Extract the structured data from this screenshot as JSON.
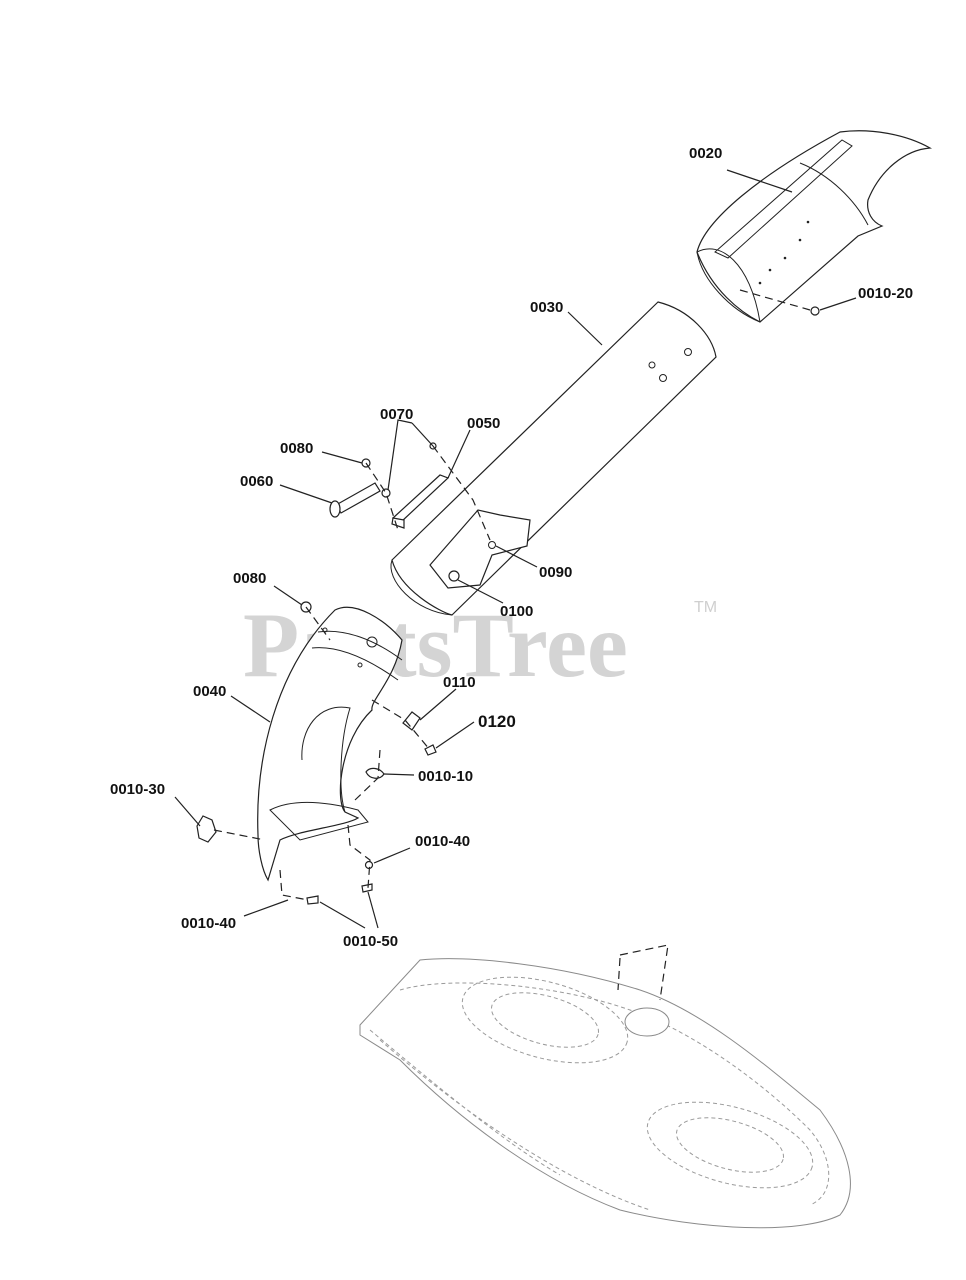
{
  "watermark": {
    "text": "PartsTree",
    "tm": "TM"
  },
  "callouts": [
    {
      "id": "c0020",
      "label": "0020"
    },
    {
      "id": "c0010_20",
      "label": "0010-20"
    },
    {
      "id": "c0030",
      "label": "0030"
    },
    {
      "id": "c0070",
      "label": "0070"
    },
    {
      "id": "c0050",
      "label": "0050"
    },
    {
      "id": "c0080a",
      "label": "0080"
    },
    {
      "id": "c0060",
      "label": "0060"
    },
    {
      "id": "c0090",
      "label": "0090"
    },
    {
      "id": "c0100",
      "label": "0100"
    },
    {
      "id": "c0080b",
      "label": "0080"
    },
    {
      "id": "c0040",
      "label": "0040"
    },
    {
      "id": "c0110",
      "label": "0110"
    },
    {
      "id": "c0120",
      "label": "0120"
    },
    {
      "id": "c0010_10",
      "label": "0010-10"
    },
    {
      "id": "c0010_30",
      "label": "0010-30"
    },
    {
      "id": "c0010_40a",
      "label": "0010-40"
    },
    {
      "id": "c0010_40b",
      "label": "0010-40"
    },
    {
      "id": "c0010_50",
      "label": "0010-50"
    }
  ]
}
